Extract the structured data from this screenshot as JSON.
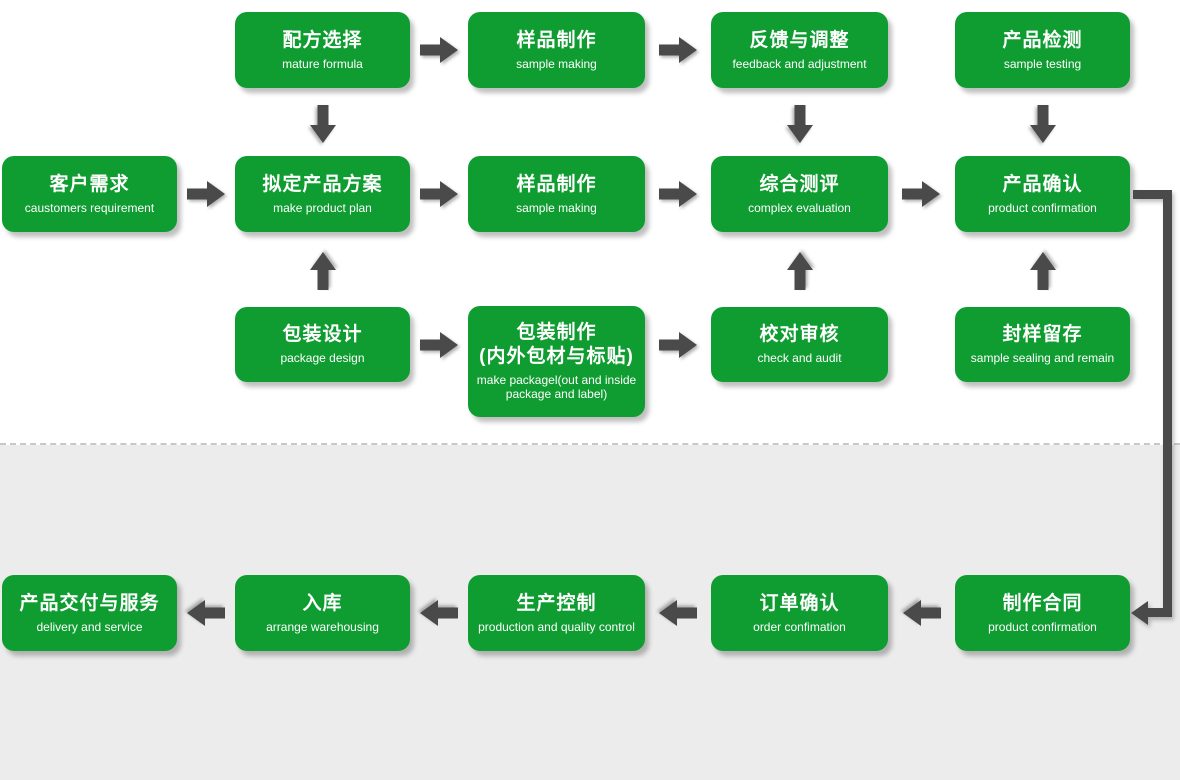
{
  "page": {
    "type": "product-process-flowchart",
    "background_top": "#ffffff",
    "background_bottom": "#ececec"
  },
  "colors": {
    "node_green": "#0f9d31",
    "node_text": "#ffffff",
    "arrow_gray": "#4a4a4a",
    "divider_dash": "#c8c8c8"
  },
  "icons": {
    "arrow_right": "thick right arrow, CSS/SVG shape",
    "arrow_left": "thick left arrow, CSS/SVG shape",
    "arrow_up": "thick up arrow, CSS/SVG shape",
    "arrow_down": "thick down arrow, CSS/SVG shape",
    "elbow_connector": "right-angle dark line from product confirmation down to contract"
  },
  "nodes": {
    "formula": {
      "title": "配方选择",
      "subtitle": "mature formula"
    },
    "sample_making_top": {
      "title": "样品制作",
      "subtitle": "sample making"
    },
    "feedback": {
      "title": "反馈与调整",
      "subtitle": "feedback and adjustment"
    },
    "product_testing": {
      "title": "产品检测",
      "subtitle": "sample testing"
    },
    "customer_requirement": {
      "title": "客户需求",
      "subtitle": "caustomers requirement"
    },
    "product_plan": {
      "title": "拟定产品方案",
      "subtitle": "make product plan"
    },
    "sample_making_mid": {
      "title": "样品制作",
      "subtitle": "sample making"
    },
    "evaluation": {
      "title": "综合测评",
      "subtitle": "complex evaluation"
    },
    "product_confirmation": {
      "title": "产品确认",
      "subtitle": "product confirmation"
    },
    "package_design": {
      "title": "包装设计",
      "subtitle": "package design"
    },
    "package_making": {
      "title": "包装制作",
      "title_line2": "(内外包材与标贴)",
      "subtitle": "make packagel(out and inside package and label)"
    },
    "check_audit": {
      "title": "校对审核",
      "subtitle": "check and audit"
    },
    "sample_sealing": {
      "title": "封样留存",
      "subtitle": "sample sealing and remain"
    },
    "delivery": {
      "title": "产品交付与服务",
      "subtitle": "delivery and service"
    },
    "warehousing": {
      "title": "入库",
      "subtitle": "arrange warehousing"
    },
    "production_control": {
      "title": "生产控制",
      "subtitle": "production and quality control"
    },
    "order_confirmation": {
      "title": "订单确认",
      "subtitle": "order confimation"
    },
    "contract": {
      "title": "制作合同",
      "subtitle": "product confirmation"
    }
  },
  "edges": [
    {
      "from": "formula",
      "to": "sample_making_top",
      "direction": "right"
    },
    {
      "from": "sample_making_top",
      "to": "feedback",
      "direction": "right"
    },
    {
      "from": "formula",
      "to": "product_plan",
      "direction": "down"
    },
    {
      "from": "feedback",
      "to": "evaluation",
      "direction": "down"
    },
    {
      "from": "product_testing",
      "to": "product_confirmation",
      "direction": "down"
    },
    {
      "from": "customer_requirement",
      "to": "product_plan",
      "direction": "right"
    },
    {
      "from": "product_plan",
      "to": "sample_making_mid",
      "direction": "right"
    },
    {
      "from": "sample_making_mid",
      "to": "evaluation",
      "direction": "right"
    },
    {
      "from": "evaluation",
      "to": "product_confirmation",
      "direction": "right"
    },
    {
      "from": "package_design",
      "to": "product_plan",
      "direction": "up"
    },
    {
      "from": "package_design",
      "to": "package_making",
      "direction": "right"
    },
    {
      "from": "package_making",
      "to": "check_audit",
      "direction": "right"
    },
    {
      "from": "check_audit",
      "to": "evaluation",
      "direction": "up"
    },
    {
      "from": "sample_sealing",
      "to": "product_confirmation",
      "direction": "up"
    },
    {
      "from": "product_confirmation",
      "to": "contract",
      "direction": "elbow-right-down"
    },
    {
      "from": "contract",
      "to": "order_confirmation",
      "direction": "left"
    },
    {
      "from": "order_confirmation",
      "to": "production_control",
      "direction": "left"
    },
    {
      "from": "production_control",
      "to": "warehousing",
      "direction": "left"
    },
    {
      "from": "warehousing",
      "to": "delivery",
      "direction": "left"
    }
  ]
}
